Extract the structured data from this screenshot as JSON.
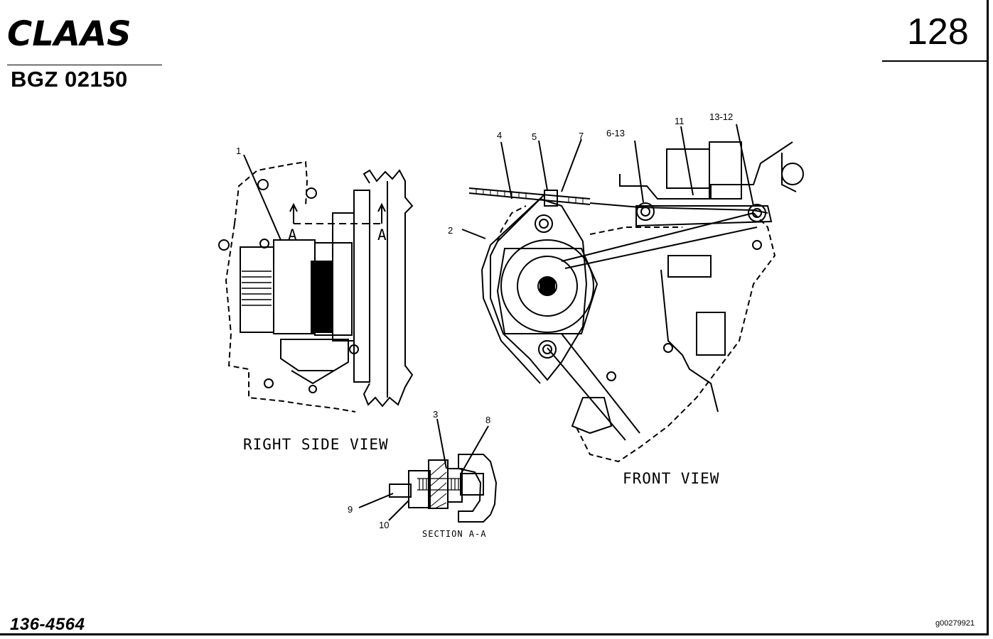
{
  "header": {
    "brand": "CLAAS",
    "document_code": "BGZ 02150",
    "page_number": "128"
  },
  "footer": {
    "part_number": "136-4564",
    "image_ref": "g00279921"
  },
  "views": {
    "right_side": "RIGHT SIDE VIEW",
    "front": "FRONT VIEW",
    "section": "SECTION A-A",
    "section_marker": "A"
  },
  "callouts": {
    "c1": "1",
    "c2": "2",
    "c3": "3",
    "c4": "4",
    "c5": "5",
    "c6_13": "6-13",
    "c7": "7",
    "c8": "8",
    "c9": "9",
    "c10": "10",
    "c11": "11",
    "c13_12": "13-12"
  }
}
